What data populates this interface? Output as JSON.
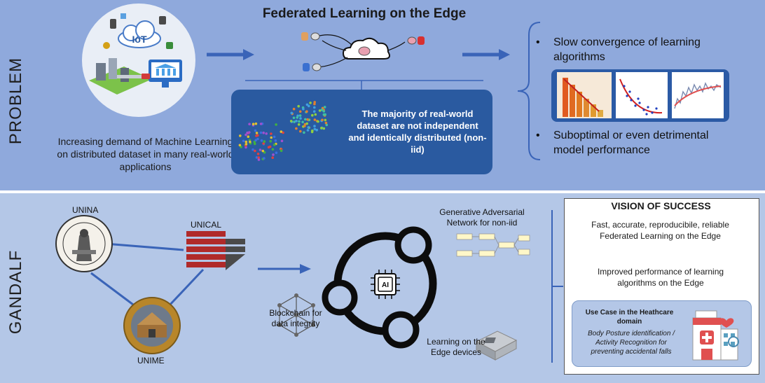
{
  "sections": {
    "problem_label": "PROBLEM",
    "gandalf_label": "GANDALF"
  },
  "problem": {
    "iot_badge": "IoT",
    "description": "Increasing demand of Machine Learning on distributed dataset in many real-world applications",
    "fl_title": "Federated Learning on the Edge",
    "noniid_text": "The majority of real-world dataset are not independent and identically distributed (non-iid)",
    "bullets": [
      "Slow convergence of learning algorithms",
      "Suboptimal or even detrimental model performance"
    ]
  },
  "gandalf": {
    "institutions": {
      "unina": "UNINA",
      "unical": "UNICAL",
      "unime": "UNIME"
    },
    "gan_label": "Generative Adversarial Network for non-iid",
    "blockchain_label": "Blockchain for data integrity",
    "edge_label": "Learning on the Edge devices",
    "ai_chip_label": "AI"
  },
  "vision": {
    "title": "VISION OF SUCCESS",
    "p1": "Fast, accurate, reproducibile, reliable Federated Learning on the Edge",
    "p2": "Improved performance of learning algorithms on the Edge",
    "usecase_title": "Use Case in the Heathcare domain",
    "usecase_body": "Body Posture identification / Activity Recognition  for preventing accidental falls"
  },
  "colors": {
    "top_band": "#8fa9dc",
    "bottom_band": "#b4c7e7",
    "arrow": "#3a64b8",
    "dark_blue_box": "#2a5aa0",
    "unical_red": "#b02a2a"
  },
  "icons": [
    "iot-cloud-icon",
    "cloud-icon",
    "brain-icon",
    "database-icon",
    "ai-chip-icon",
    "blockchain-cube-icon",
    "hospital-icon",
    "edge-device-icon"
  ]
}
